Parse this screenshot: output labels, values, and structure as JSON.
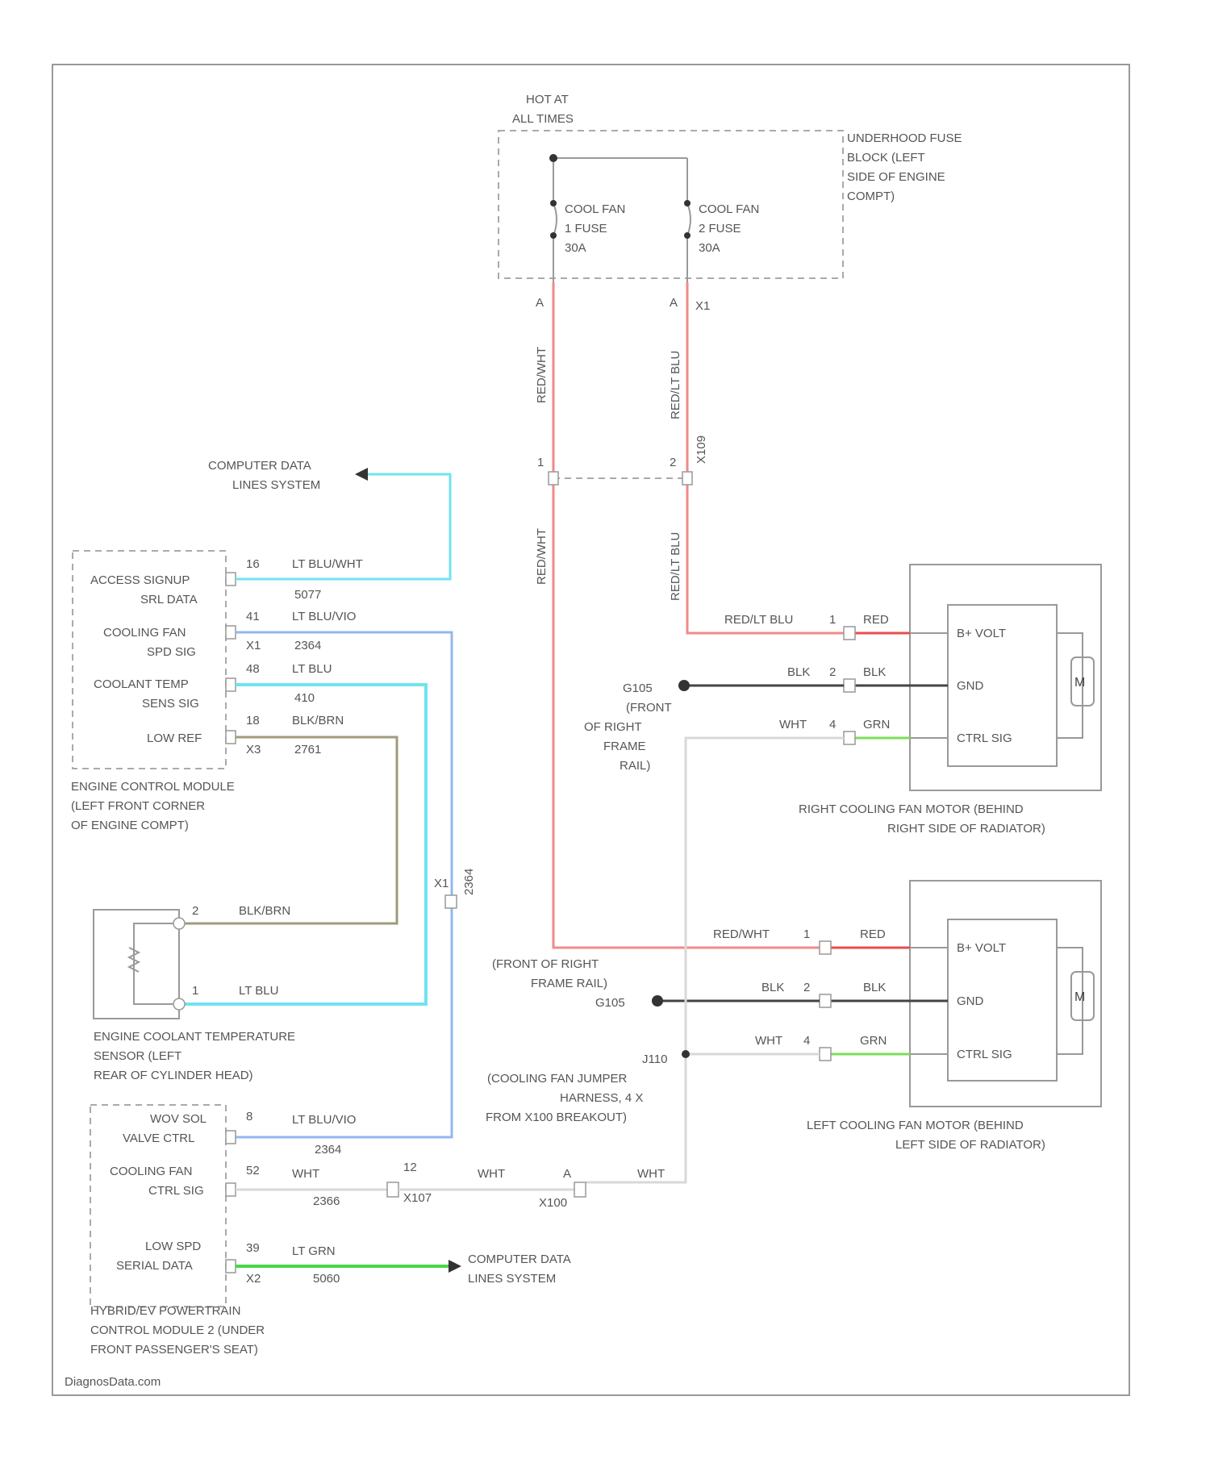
{
  "fuse_block": {
    "hot_label": [
      "HOT AT",
      "ALL TIMES"
    ],
    "name": [
      "UNDERHOOD FUSE",
      "BLOCK (LEFT",
      "SIDE OF ENGINE",
      "COMPT)"
    ],
    "fuse1": [
      "COOL FAN",
      "1 FUSE",
      "30A"
    ],
    "fuse2": [
      "COOL FAN",
      "2 FUSE",
      "30A"
    ],
    "pin_left": "A",
    "pin_right": "A",
    "pin_right_b": "X1",
    "split_pin_left": "1",
    "split_pin_right": "2",
    "split_conn": "X109"
  },
  "wires": {
    "red_wht_upper": "RED/WHT",
    "red_wht_lower": "RED/WHT",
    "red_ltblu_upper": "RED/LT BLU",
    "red_ltblu_lower": "RED/LT BLU",
    "red_ltblu_h": "RED/LT BLU",
    "red_wht_h": "RED/WHT",
    "blk": "BLK",
    "wht": "WHT",
    "red": "RED",
    "grn": "GRN"
  },
  "ecm": {
    "pins": [
      {
        "label": [
          "ACCESS SIGNUP",
          "SRL DATA"
        ],
        "pin": "16",
        "color": "LT BLU/WHT",
        "circuit": "5077"
      },
      {
        "label": [
          "COOLING FAN",
          "SPD SIG"
        ],
        "pin": "41",
        "color": "LT BLU/VIO",
        "circuit": "2364",
        "pin2": "X1"
      },
      {
        "label": [
          "COOLANT TEMP",
          "SENS SIG"
        ],
        "pin": "48",
        "color": "LT BLU",
        "circuit": "410"
      },
      {
        "label": [
          "LOW REF"
        ],
        "pin": "18",
        "color": "BLK/BRN",
        "circuit": "2761",
        "pin2": "X3"
      }
    ],
    "name": [
      "ENGINE CONTROL MODULE",
      "(LEFT FRONT CORNER",
      "OF ENGINE COMPT)"
    ]
  },
  "computer_data_top": [
    "COMPUTER DATA",
    "LINES SYSTEM"
  ],
  "computer_data_bottom": [
    "COMPUTER DATA",
    "LINES SYSTEM"
  ],
  "ect_sensor": {
    "pin2": "2",
    "pin1": "1",
    "wire2": "BLK/BRN",
    "wire1": "LT BLU",
    "name": [
      "ENGINE COOLANT TEMPERATURE",
      "SENSOR (LEFT",
      "REAR OF CYLINDER HEAD)"
    ]
  },
  "splice_label": "X1",
  "splice_circuit": "2364",
  "right_motor": {
    "pins": [
      {
        "n": "1",
        "label": "B+ VOLT"
      },
      {
        "n": "2",
        "label": "GND"
      },
      {
        "n": "4",
        "label": "CTRL SIG"
      }
    ],
    "symbol": "M",
    "name": [
      "RIGHT COOLING FAN MOTOR (BEHIND",
      "RIGHT SIDE OF RADIATOR)"
    ]
  },
  "left_motor": {
    "pins": [
      {
        "n": "1",
        "label": "B+ VOLT"
      },
      {
        "n": "2",
        "label": "GND"
      },
      {
        "n": "4",
        "label": "CTRL SIG"
      }
    ],
    "symbol": "M",
    "name": [
      "LEFT COOLING FAN MOTOR (BEHIND",
      "LEFT SIDE OF RADIATOR)"
    ]
  },
  "ground_right": [
    "G105",
    "(FRONT",
    "OF RIGHT",
    "FRAME",
    "RAIL)"
  ],
  "ground_left": {
    "label": [
      "(FRONT OF RIGHT",
      "FRAME RAIL)"
    ],
    "id": "G105"
  },
  "jumper": [
    "J110",
    "(COOLING FAN JUMPER",
    "HARNESS, 4 X",
    "FROM X100 BREAKOUT)"
  ],
  "hpcm": {
    "pins": [
      {
        "label": [
          "WOV SOL",
          "VALVE CTRL"
        ],
        "pin": "8",
        "color": "LT BLU/VIO",
        "circuit": "2364"
      },
      {
        "label": [
          "COOLING FAN",
          "CTRL SIG"
        ],
        "pin": "52",
        "color": "WHT",
        "circuit": "2366"
      },
      {
        "label": [
          "LOW SPD",
          "SERIAL DATA"
        ],
        "pin": "39",
        "color": "LT GRN",
        "circuit": "5060",
        "pin2": "X2"
      }
    ],
    "name": [
      "HYBRID/EV POWERTRAIN",
      "CONTROL MODULE 2 (UNDER",
      "FRONT PASSENGER'S SEAT)"
    ],
    "inline1": {
      "pin": "12",
      "conn": "X107",
      "wire": "WHT"
    },
    "inline2": {
      "pin": "A",
      "conn": "X100",
      "wire": "WHT"
    }
  },
  "watermark": "DiagnosData.com",
  "colors": {
    "red_wht": "#f08a8a",
    "red": "#e84d4d",
    "lt_blu": "#6fe3f0",
    "lt_blu_vio": "#93b8f0",
    "blk_brn": "#a09a7e",
    "blk": "#444444",
    "wht": "#d8d8d8",
    "grn": "#7edc5c",
    "lt_grn": "#46d846"
  }
}
